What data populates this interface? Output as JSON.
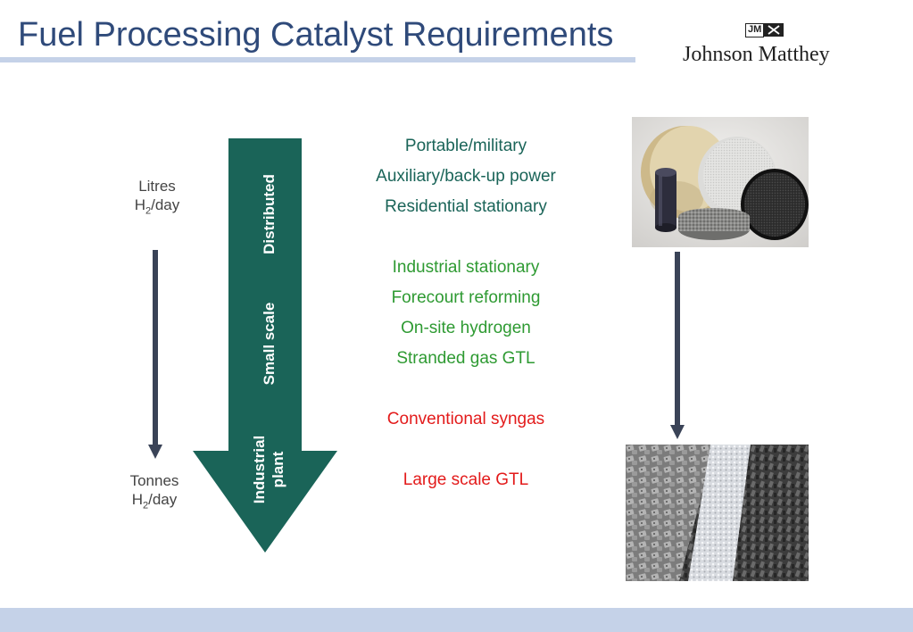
{
  "slide": {
    "title": "Fuel Processing Catalyst Requirements"
  },
  "logo": {
    "mark_text": "JM",
    "company_name": "Johnson Matthey"
  },
  "scale_labels": {
    "top": {
      "line1": "Litres",
      "line2_prefix": "H",
      "line2_sub": "2",
      "line2_suffix": "/day"
    },
    "bottom": {
      "line1": "Tonnes",
      "line2_prefix": "H",
      "line2_sub": "2",
      "line2_suffix": "/day"
    }
  },
  "arrow_labels": {
    "distributed": "Distributed",
    "small_scale": "Small scale",
    "industrial_line1": "Industrial",
    "industrial_line2": "plant"
  },
  "applications": {
    "green_dark": [
      "Portable/military",
      "Auxiliary/back-up power",
      "Residential stationary"
    ],
    "green_light": [
      "Industrial stationary",
      "Forecourt reforming",
      "On-site hydrogen",
      "Stranded gas GTL"
    ],
    "red": [
      "Conventional syngas",
      "Large scale GTL"
    ]
  },
  "colors": {
    "title": "#2f4a7a",
    "arrow_fill": "#1a6458",
    "thin_arrow": "#3a4357",
    "text_dark_green": "#1a6458",
    "text_green": "#2e9a32",
    "text_red": "#e31b1b",
    "band": "#c5d2e8"
  }
}
